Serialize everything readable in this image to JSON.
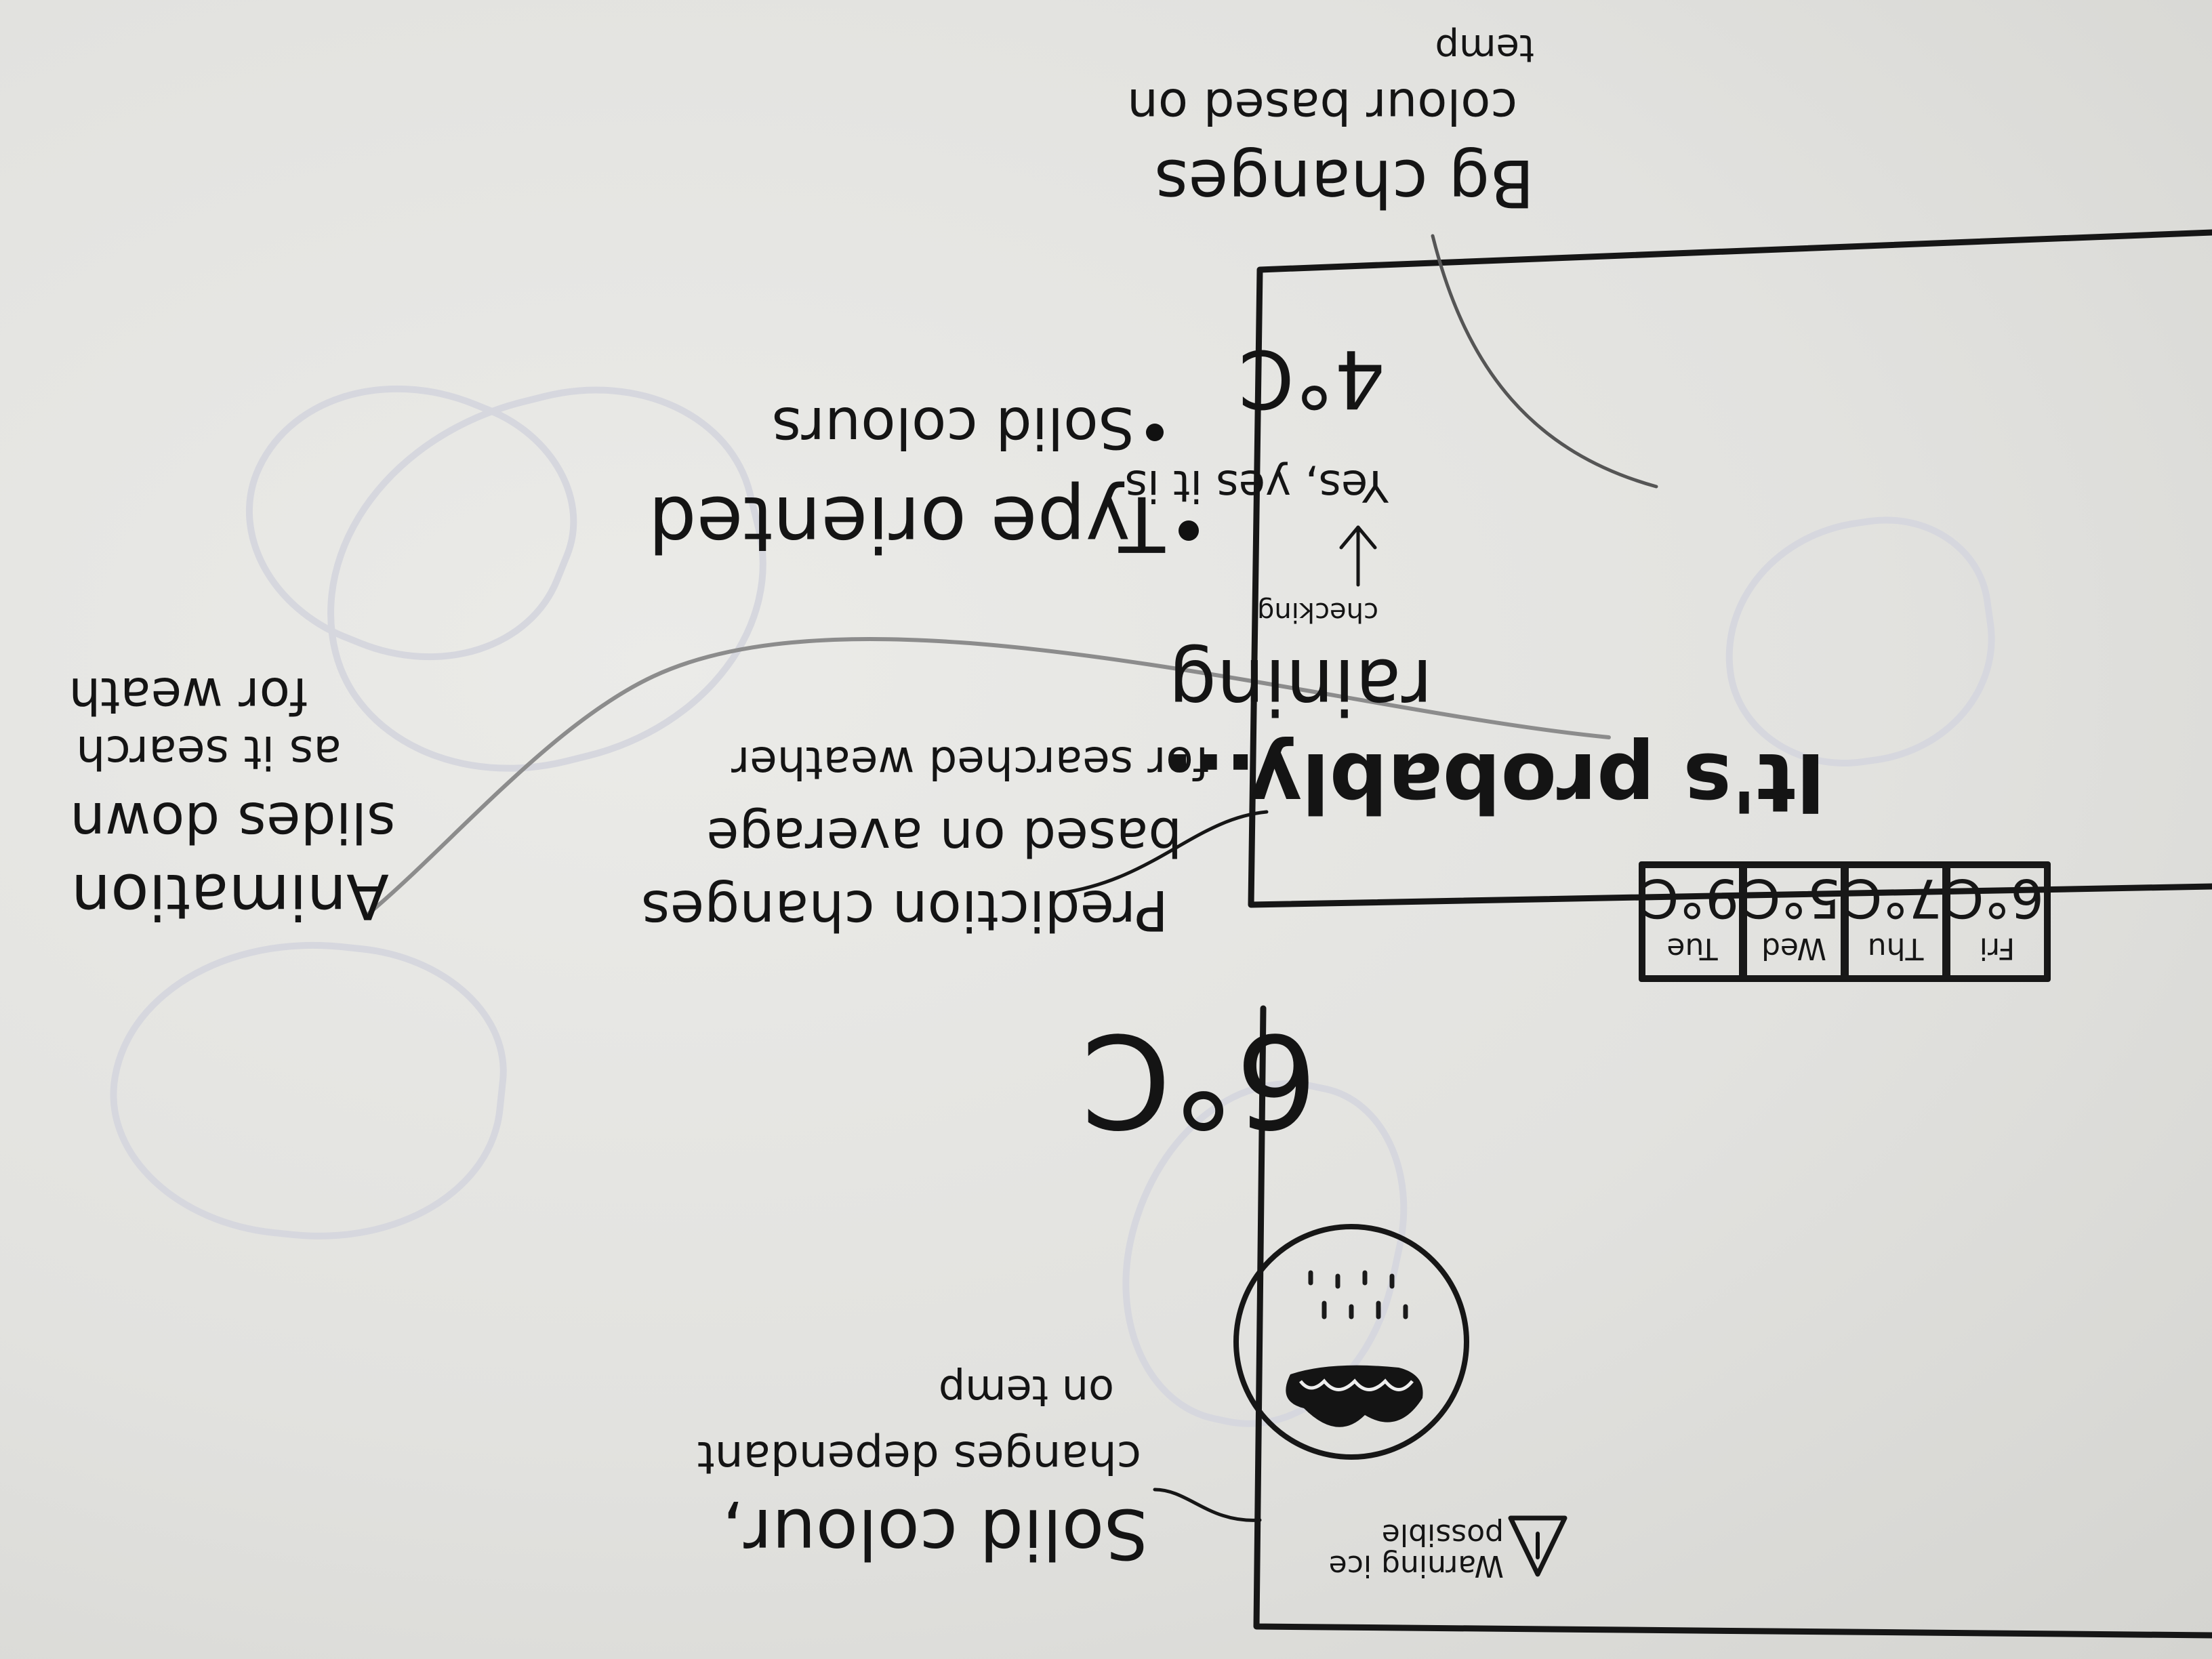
{
  "sketch": {
    "left_screen": {
      "warning_text": "Warning ice possible",
      "temperature": "6°C",
      "forecast": [
        {
          "day": "Tue",
          "temp": "9°C"
        },
        {
          "day": "Wed",
          "temp": "5°C"
        },
        {
          "day": "Thu",
          "temp": "7°C"
        },
        {
          "day": "Fri",
          "temp": "6°C"
        }
      ]
    },
    "right_screen": {
      "headline": "It's probably...",
      "condition": "raining",
      "checking_label": "checking",
      "answer": "Yes, yes it is",
      "temperature": "4°C"
    },
    "notes": {
      "bullets": [
        "Type oriented",
        "Solid colours"
      ],
      "bg_line1": "Bg changes",
      "bg_line2": "colour based on",
      "bg_line3": "temp",
      "prediction_line1": "Prediction changes",
      "prediction_line2": "based on average",
      "prediction_line3": "for searched weather",
      "animation_line1": "Animation",
      "animation_line2": "slides down",
      "animation_line3": "as it search",
      "animation_line4": "for weath",
      "solid_line1": "Solid colour,",
      "solid_line2": "changes dependant",
      "solid_line3": "on temp"
    },
    "colors": {
      "ink": "#141414",
      "pencil_ghost": "#d6d7de",
      "paper": "#e6e6e3"
    }
  }
}
